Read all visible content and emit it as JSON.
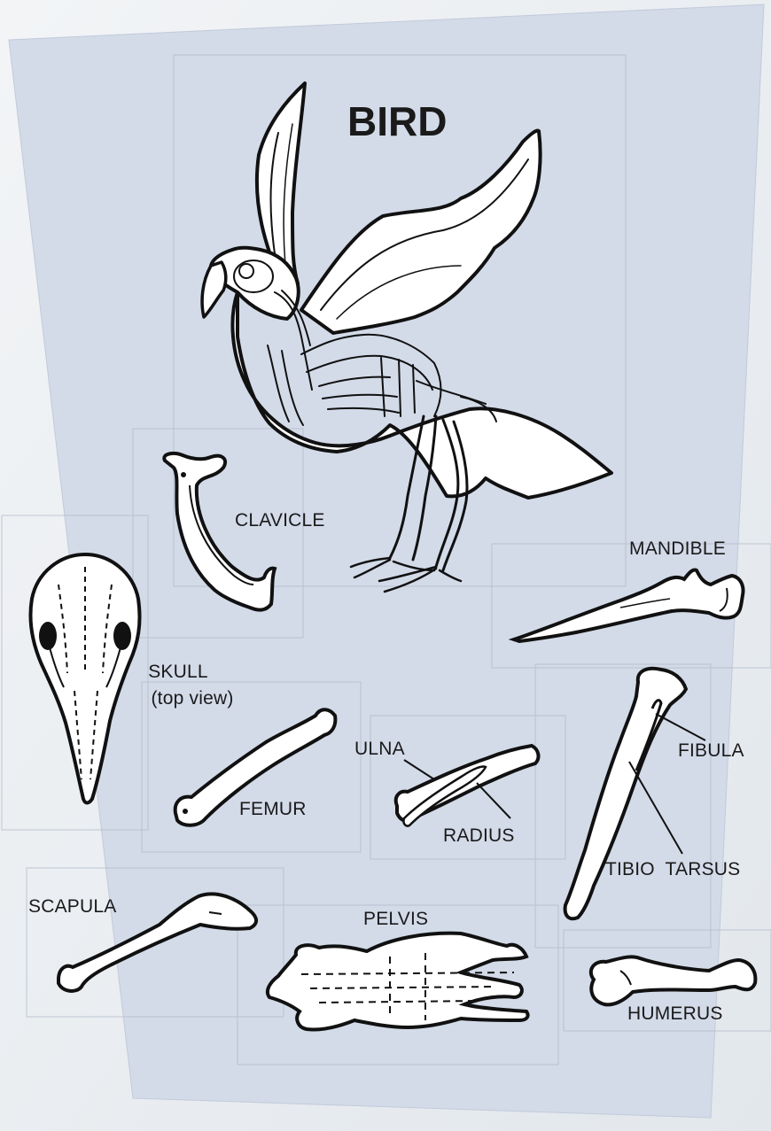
{
  "title": "BIRD",
  "labels": {
    "clavicle": "CLAVICLE",
    "mandible": "MANDIBLE",
    "skull": "SKULL",
    "skull_view": "(top view)",
    "ulna": "ULNA",
    "femur": "FEMUR",
    "radius": "RADIUS",
    "fibula": "FIBULA",
    "tibio_tarsus": "TIBIO  TARSUS",
    "scapula": "SCAPULA",
    "pelvis": "PELVIS",
    "humerus": "HUMERUS"
  },
  "colors": {
    "background": "#e9edf1",
    "panel": "#d3dbe9",
    "bone_fill": "#ffffff",
    "outline": "#111111"
  }
}
